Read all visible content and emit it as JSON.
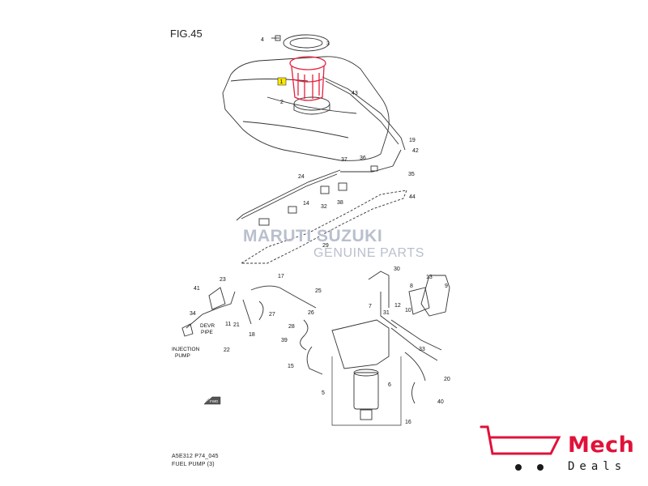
{
  "figure": {
    "title": "FIG.45",
    "footer_code": "A5E312 P74_045",
    "footer_name": "FUEL PUMP (3)"
  },
  "watermark": {
    "line1": "MARUTI SUZUKI",
    "line2": "GENUINE PARTS"
  },
  "brand": {
    "word1": "Mech",
    "word2": "Deals",
    "accent_color": "#e0123a",
    "dark_color": "#1a1a1a"
  },
  "annotations": {
    "injection_pump_1": "INJECTION",
    "injection_pump_2": "PUMP",
    "devr_pipe_1": "DEVR",
    "devr_pipe_2": "PIPE",
    "fwd": "FWD"
  },
  "highlight": {
    "part": "1",
    "color": "#e8203c"
  },
  "callouts": [
    "1",
    "2",
    "3",
    "4",
    "5",
    "6",
    "7",
    "8",
    "9",
    "10",
    "11",
    "12",
    "13",
    "14",
    "15",
    "16",
    "17",
    "18",
    "19",
    "20",
    "21",
    "22",
    "23",
    "24",
    "25",
    "26",
    "27",
    "28",
    "29",
    "30",
    "31",
    "32",
    "33",
    "34",
    "35",
    "36",
    "37",
    "38",
    "39",
    "40",
    "41",
    "42",
    "43",
    "44"
  ]
}
